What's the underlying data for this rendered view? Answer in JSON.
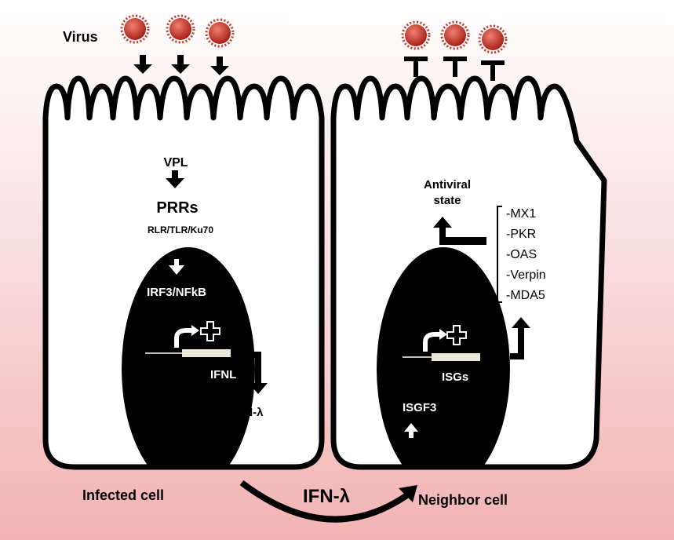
{
  "labels": {
    "virus": "Virus",
    "vpl": "VPL",
    "prrs": "PRRs",
    "prr_types": "RLR/TLR/Ku70",
    "irf3": "IRF3/NFkB",
    "ifnl_gene": "IFNL",
    "ifn_lambda_small": "IFN-λ",
    "infected_cell": "Infected cell",
    "ifn_lambda_big": "IFN-λ",
    "neighbor_cell": "Neighbor cell",
    "antiviral_line1": "Antiviral",
    "antiviral_line2": "state",
    "isgs": "ISGs",
    "isgf3": "ISGF3"
  },
  "isg_list": [
    "-MX1",
    "-PKR",
    "-OAS",
    "-Verpin",
    "-MDA5"
  ],
  "colors": {
    "virus": "#c8362a",
    "outline": "#000000",
    "bg_bottom": "#f2b3b3"
  }
}
